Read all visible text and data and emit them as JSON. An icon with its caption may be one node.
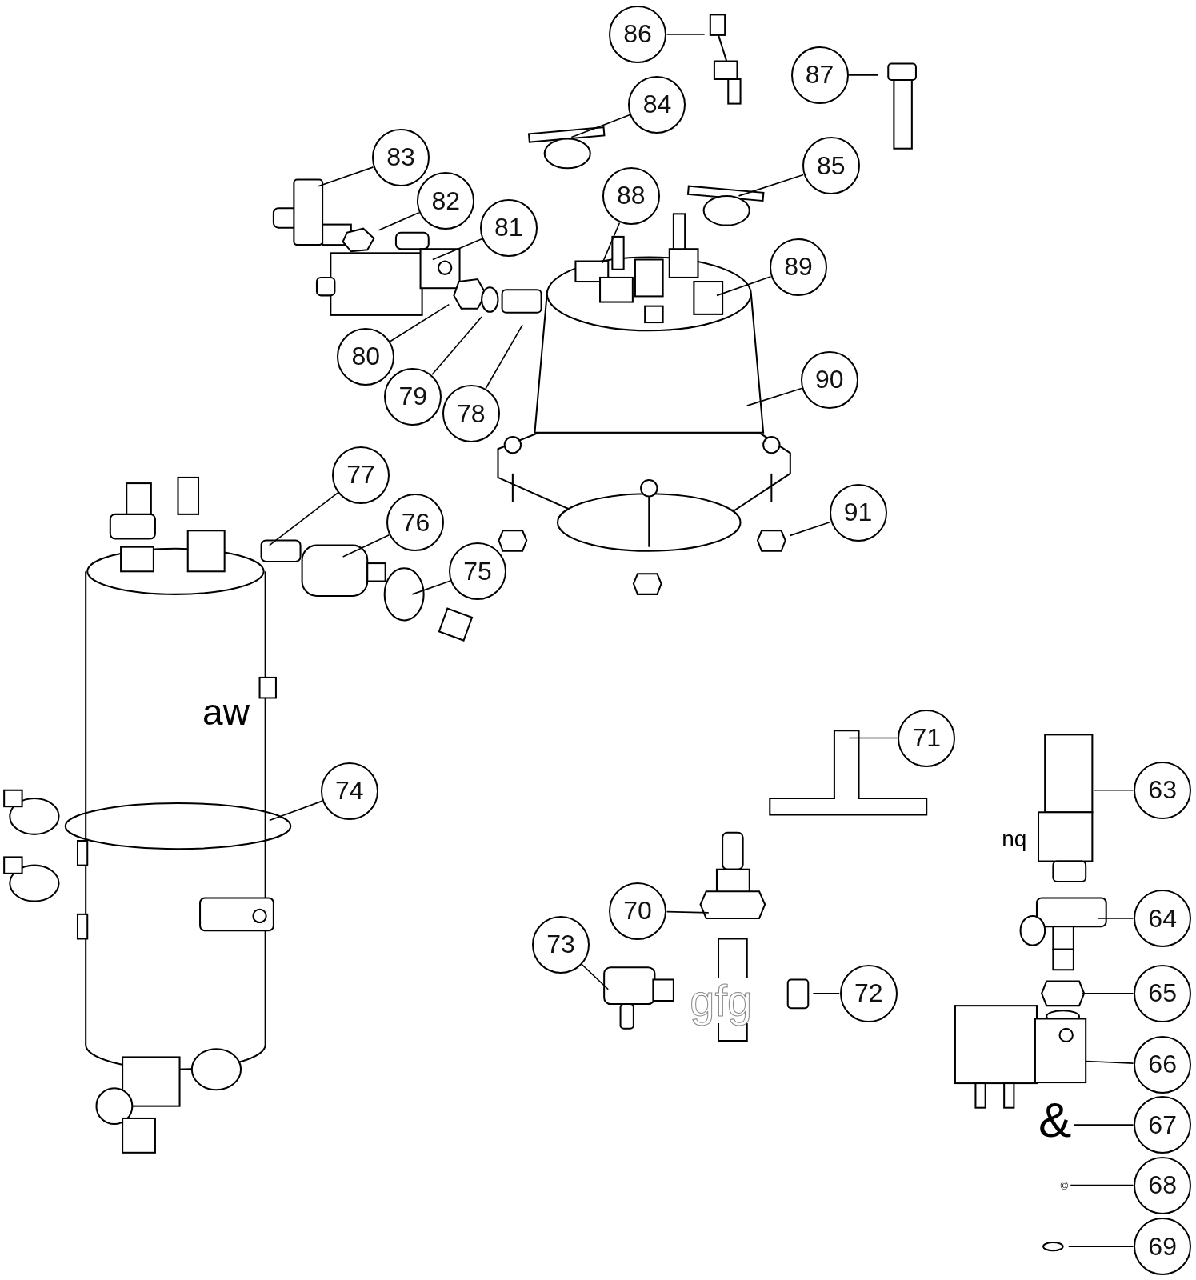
{
  "diagram": {
    "nodes": [
      {
        "text": [
          "86"
        ]
      },
      {
        "text": [
          "87"
        ]
      },
      {
        "text": [
          "84"
        ]
      },
      {
        "text": [
          "83"
        ]
      },
      {
        "text": [
          "85"
        ]
      },
      {
        "text": [
          "88"
        ]
      },
      {
        "text": [
          "82"
        ]
      },
      {
        "text": [
          "81"
        ]
      },
      {
        "text": [
          "89"
        ]
      },
      {
        "text": [
          "80"
        ]
      },
      {
        "text": [
          "90"
        ]
      },
      {
        "text": [
          "79"
        ]
      },
      {
        "text": [
          "78"
        ]
      },
      {
        "text": [
          "77"
        ]
      },
      {
        "text": [
          "91"
        ]
      },
      {
        "text": [
          "76"
        ]
      },
      {
        "text": [
          "75"
        ]
      },
      {
        "text": [
          "71"
        ]
      },
      {
        "text": [
          "74"
        ]
      },
      {
        "text": [
          "63"
        ]
      },
      {
        "text": [
          "70"
        ]
      },
      {
        "text": [
          "64"
        ]
      },
      {
        "text": [
          "73"
        ]
      },
      {
        "text": [
          "72"
        ]
      },
      {
        "text": [
          "65"
        ]
      },
      {
        "text": [
          "66"
        ]
      },
      {
        "text": [
          "67"
        ]
      },
      {
        "text": [
          "68"
        ]
      },
      {
        "text": [
          "69"
        ]
      },
      {
        "text": [
          "&"
        ]
      },
      {
        "text": [
          "©"
        ]
      }
    ],
    "edges": [
      {
        "from": 0,
        "to": null,
        "arrow": "none"
      },
      {
        "from": 1,
        "to": null,
        "arrow": "none"
      },
      {
        "from": 2,
        "to": null,
        "arrow": "none"
      },
      {
        "from": 3,
        "to": null,
        "arrow": "none"
      },
      {
        "from": 4,
        "to": null,
        "arrow": "none"
      },
      {
        "from": 5,
        "to": null,
        "arrow": "none"
      },
      {
        "from": 6,
        "to": null,
        "arrow": "none"
      },
      {
        "from": 7,
        "to": null,
        "arrow": "none"
      },
      {
        "from": 8,
        "to": null,
        "arrow": "none"
      },
      {
        "from": 9,
        "to": null,
        "arrow": "none"
      },
      {
        "from": 10,
        "to": null,
        "arrow": "none"
      },
      {
        "from": 11,
        "to": null,
        "arrow": "none"
      },
      {
        "from": 12,
        "to": null,
        "arrow": "none"
      },
      {
        "from": 13,
        "to": null,
        "arrow": "none"
      },
      {
        "from": 14,
        "to": null,
        "arrow": "none"
      },
      {
        "from": 15,
        "to": null,
        "arrow": "none"
      },
      {
        "from": 16,
        "to": null,
        "arrow": "none"
      },
      {
        "from": 17,
        "to": null,
        "arrow": "none"
      },
      {
        "from": 18,
        "to": null,
        "arrow": "none"
      },
      {
        "from": 19,
        "to": null,
        "arrow": "none"
      },
      {
        "from": 20,
        "to": null,
        "arrow": "none"
      },
      {
        "from": 21,
        "to": null,
        "arrow": "none"
      },
      {
        "from": 22,
        "to": null,
        "arrow": "none"
      },
      {
        "from": 23,
        "to": null,
        "arrow": "none"
      },
      {
        "from": 24,
        "to": null,
        "arrow": "none"
      },
      {
        "from": 25,
        "to": null,
        "arrow": "none"
      },
      {
        "from": 26,
        "to": 29,
        "arrow": "none"
      },
      {
        "from": 27,
        "to": 30,
        "arrow": "none"
      },
      {
        "from": 28,
        "to": null,
        "arrow": "none"
      }
    ],
    "labels": [
      "aw",
      "nq",
      "gfg"
    ]
  }
}
